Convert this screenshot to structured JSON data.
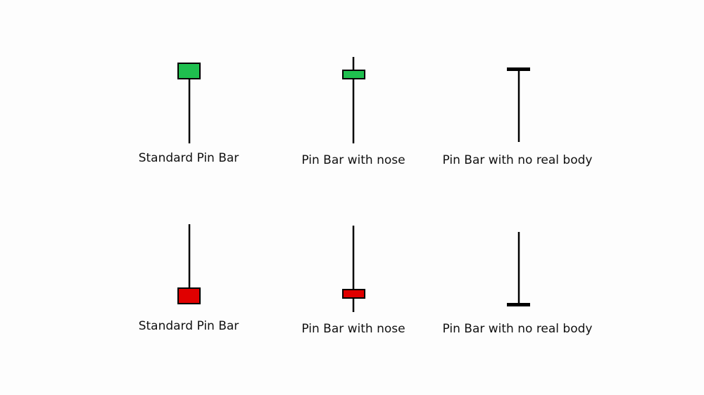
{
  "colors": {
    "bullish": "#1fbf4f",
    "bearish": "#e00000",
    "stroke": "#000000",
    "background": "#fdfdfd"
  },
  "diagram": {
    "bullish_row": [
      {
        "label": "Standard Pin Bar",
        "body": "green"
      },
      {
        "label": "Pin Bar with nose",
        "body": "green"
      },
      {
        "label": "Pin Bar with no real body",
        "body": "none"
      }
    ],
    "bearish_row": [
      {
        "label": "Standard Pin Bar",
        "body": "red"
      },
      {
        "label": "Pin Bar with nose",
        "body": "red"
      },
      {
        "label": "Pin Bar with no real body",
        "body": "none"
      }
    ]
  }
}
